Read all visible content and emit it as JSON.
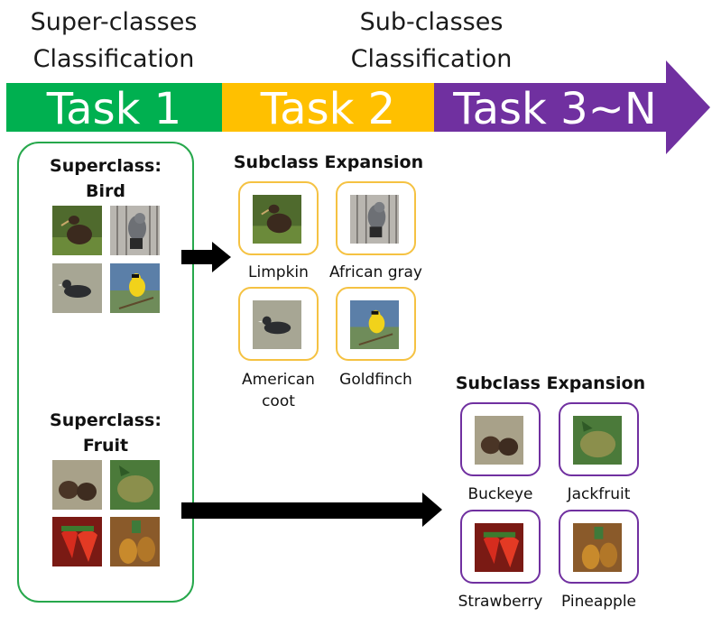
{
  "colors": {
    "task1": "#00B050",
    "task2": "#FFC000",
    "task3": "#7030A0",
    "bird_frame": "#F5C242",
    "fruit_frame": "#7030A0",
    "left_panel": "#27A84C"
  },
  "headers": {
    "task1_line1": "Super-classes",
    "task1_line2": "Classification",
    "task2_line1": "Sub-classes",
    "task2_line2": "Classification"
  },
  "tasks": [
    "Task 1",
    "Task 2",
    "Task 3~N"
  ],
  "bird_group": {
    "title_line1": "Superclass:",
    "title_line2": "Bird",
    "expansion_title": "Subclass Expansion",
    "subclasses": [
      "Limpkin",
      "African gray",
      "American coot",
      "Goldfinch"
    ],
    "coot_label_line1": "American",
    "coot_label_line2": "coot"
  },
  "fruit_group": {
    "title_line1": "Superclass:",
    "title_line2": "Fruit",
    "expansion_title": "Subclass Expansion",
    "subclasses": [
      "Buckeye",
      "Jackfruit",
      "Strawberry",
      "Pineapple"
    ]
  }
}
